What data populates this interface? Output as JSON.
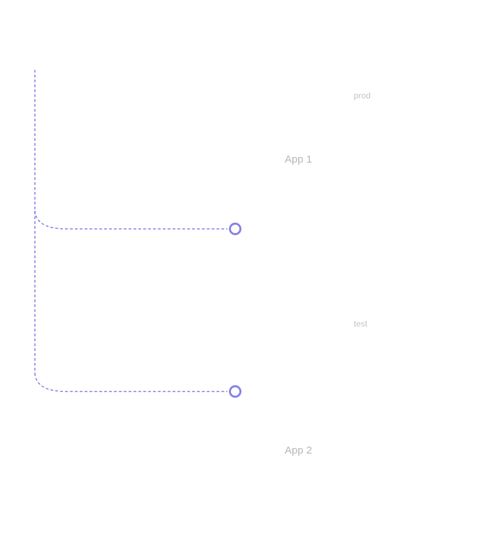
{
  "colors": {
    "connector": "#8a86e6",
    "node_stroke": "#8a86e6",
    "label": "#b9b9bf"
  },
  "nodes": [
    {
      "environment": "prod",
      "app": "App 1"
    },
    {
      "environment": "test",
      "app": "App 2"
    }
  ]
}
